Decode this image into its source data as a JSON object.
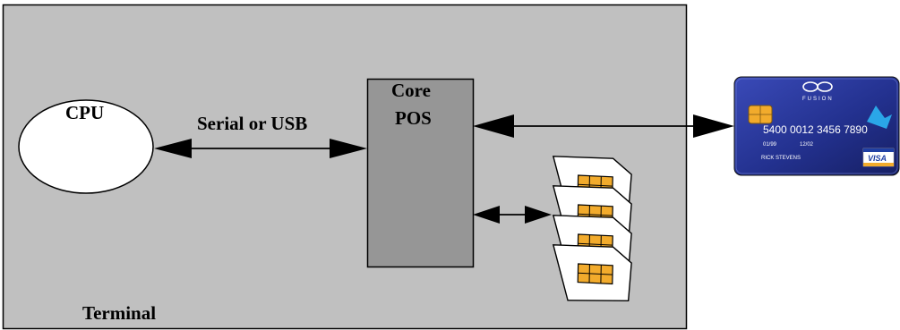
{
  "diagram": {
    "terminal_label": "Terminal",
    "cpu_label": "CPU",
    "link_label": "Serial or USB",
    "core_pos_line1": "Core",
    "core_pos_line2": "POS",
    "card": {
      "brand": "FUSION",
      "number": "5400 0012 3456 7890",
      "date_left": "01/99",
      "date_right": "12/02",
      "holder": "RICK STEVENS",
      "network": "VISA"
    },
    "colors": {
      "terminal_fill": "#c0c0c0",
      "core_pos_fill": "#969696",
      "chip_fill": "#f2ab2c",
      "card_blue": "#23318f"
    }
  }
}
